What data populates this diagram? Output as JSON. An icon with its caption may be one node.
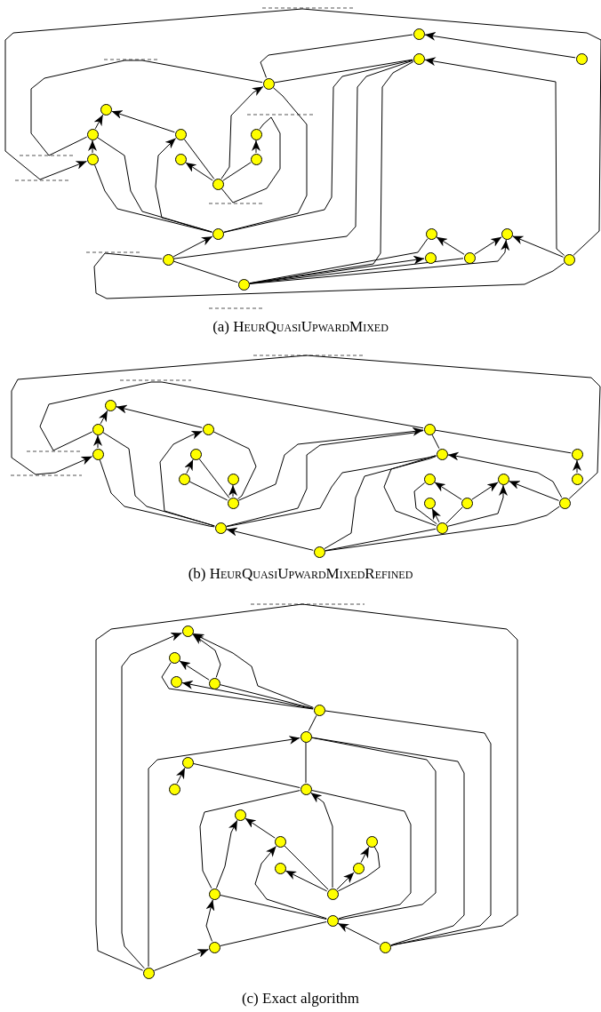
{
  "diagram": {
    "nodes": [
      {
        "text": [],
        "shape": "circle"
      },
      {
        "text": [],
        "shape": "circle"
      },
      {
        "text": [],
        "shape": "circle"
      },
      {
        "text": [],
        "shape": "circle"
      },
      {
        "text": [],
        "shape": "circle"
      },
      {
        "text": [],
        "shape": "circle"
      },
      {
        "text": [],
        "shape": "circle"
      },
      {
        "text": [],
        "shape": "circle"
      },
      {
        "text": [],
        "shape": "circle"
      },
      {
        "text": [],
        "shape": "circle"
      },
      {
        "text": [],
        "shape": "circle"
      },
      {
        "text": [],
        "shape": "circle"
      },
      {
        "text": [],
        "shape": "circle"
      },
      {
        "text": [],
        "shape": "circle"
      },
      {
        "text": [],
        "shape": "circle"
      },
      {
        "text": [],
        "shape": "circle"
      },
      {
        "text": [],
        "shape": "circle"
      },
      {
        "text": [],
        "shape": "circle"
      },
      {
        "text": [],
        "shape": "circle"
      },
      {
        "text": [],
        "shape": "circle"
      },
      {
        "text": [],
        "shape": "circle"
      },
      {
        "text": [],
        "shape": "circle"
      },
      {
        "text": [],
        "shape": "circle"
      },
      {
        "text": [],
        "shape": "circle"
      },
      {
        "text": [],
        "shape": "circle"
      },
      {
        "text": [],
        "shape": "circle"
      },
      {
        "text": [],
        "shape": "circle"
      },
      {
        "text": [],
        "shape": "circle"
      },
      {
        "text": [],
        "shape": "circle"
      },
      {
        "text": [],
        "shape": "circle"
      },
      {
        "text": [],
        "shape": "circle"
      },
      {
        "text": [],
        "shape": "circle"
      },
      {
        "text": [],
        "shape": "circle"
      },
      {
        "text": [],
        "shape": "circle"
      },
      {
        "text": [],
        "shape": "circle"
      },
      {
        "text": [],
        "shape": "circle"
      },
      {
        "text": [],
        "shape": "circle"
      },
      {
        "text": [],
        "shape": "circle"
      },
      {
        "text": [],
        "shape": "circle"
      },
      {
        "text": [],
        "shape": "circle"
      },
      {
        "text": [],
        "shape": "circle"
      },
      {
        "text": [],
        "shape": "circle"
      },
      {
        "text": [],
        "shape": "circle"
      },
      {
        "text": [],
        "shape": "circle"
      },
      {
        "text": [],
        "shape": "circle"
      },
      {
        "text": [],
        "shape": "circle"
      },
      {
        "text": [],
        "shape": "circle"
      },
      {
        "text": [],
        "shape": "circle"
      },
      {
        "text": [],
        "shape": "circle"
      },
      {
        "text": [],
        "shape": "circle"
      },
      {
        "text": [],
        "shape": "circle"
      },
      {
        "text": [],
        "shape": "circle"
      },
      {
        "text": [],
        "shape": "circle"
      },
      {
        "text": [],
        "shape": "circle"
      },
      {
        "text": [],
        "shape": "circle"
      },
      {
        "text": [],
        "shape": "circle"
      },
      {
        "text": [],
        "shape": "circle"
      },
      {
        "text": [],
        "shape": "circle"
      },
      {
        "text": [],
        "shape": "circle"
      },
      {
        "text": [],
        "shape": "circle"
      }
    ],
    "edges": [
      {
        "from": 1,
        "to": 0,
        "arrow": "to"
      },
      {
        "from": 18,
        "to": 2,
        "arrow": "to"
      },
      {
        "from": 12,
        "to": 3,
        "arrow": "none"
      },
      {
        "from": 3,
        "to": 2,
        "arrow": "none"
      },
      {
        "from": 3,
        "to": 0,
        "arrow": "none"
      },
      {
        "from": 5,
        "to": 3,
        "arrow": "none"
      },
      {
        "from": 11,
        "to": 3,
        "arrow": "to"
      },
      {
        "from": 5,
        "to": 4,
        "arrow": "to"
      },
      {
        "from": 8,
        "to": 5,
        "arrow": "to"
      },
      {
        "from": 6,
        "to": 4,
        "arrow": "to"
      },
      {
        "from": 12,
        "to": 6,
        "arrow": "to"
      },
      {
        "from": 6,
        "to": 11,
        "arrow": "none"
      },
      {
        "from": 11,
        "to": 9,
        "arrow": "to"
      },
      {
        "from": 11,
        "to": 10,
        "arrow": "none"
      },
      {
        "from": 10,
        "to": 7,
        "arrow": "to"
      },
      {
        "from": 11,
        "to": 7,
        "arrow": "none"
      },
      {
        "from": 8,
        "to": 12,
        "arrow": "none"
      },
      {
        "from": 5,
        "to": 12,
        "arrow": "none"
      },
      {
        "from": 18,
        "to": 8,
        "arrow": "to"
      },
      {
        "from": 12,
        "to": 2,
        "arrow": "none"
      },
      {
        "from": 15,
        "to": 2,
        "arrow": "none"
      },
      {
        "from": 19,
        "to": 2,
        "arrow": "none"
      },
      {
        "from": 15,
        "to": 12,
        "arrow": "to"
      },
      {
        "from": 15,
        "to": 19,
        "arrow": "none"
      },
      {
        "from": 15,
        "to": 18,
        "arrow": "none"
      },
      {
        "from": 19,
        "to": 16,
        "arrow": "to"
      },
      {
        "from": 19,
        "to": 13,
        "arrow": "none"
      },
      {
        "from": 19,
        "to": 17,
        "arrow": "none"
      },
      {
        "from": 19,
        "to": 14,
        "arrow": "to"
      },
      {
        "from": 17,
        "to": 13,
        "arrow": "to"
      },
      {
        "from": 17,
        "to": 14,
        "arrow": "to"
      },
      {
        "from": 18,
        "to": 14,
        "arrow": "to"
      },
      {
        "from": 21,
        "to": 20,
        "arrow": "to"
      },
      {
        "from": 24,
        "to": 21,
        "arrow": "to"
      },
      {
        "from": 22,
        "to": 20,
        "arrow": "to"
      },
      {
        "from": 36,
        "to": 24,
        "arrow": "to"
      },
      {
        "from": 21,
        "to": 23,
        "arrow": "none"
      },
      {
        "from": 37,
        "to": 22,
        "arrow": "to"
      },
      {
        "from": 22,
        "to": 33,
        "arrow": "none"
      },
      {
        "from": 28,
        "to": 25,
        "arrow": "to"
      },
      {
        "from": 28,
        "to": 33,
        "arrow": "none"
      },
      {
        "from": 25,
        "to": 33,
        "arrow": "none"
      },
      {
        "from": 33,
        "to": 29,
        "arrow": "to"
      },
      {
        "from": 33,
        "to": 23,
        "arrow": "to"
      },
      {
        "from": 37,
        "to": 23,
        "arrow": "none"
      },
      {
        "from": 23,
        "to": 26,
        "arrow": "none"
      },
      {
        "from": 23,
        "to": 27,
        "arrow": "none"
      },
      {
        "from": 32,
        "to": 27,
        "arrow": "to"
      },
      {
        "from": 37,
        "to": 26,
        "arrow": "none"
      },
      {
        "from": 39,
        "to": 26,
        "arrow": "none"
      },
      {
        "from": 39,
        "to": 37,
        "arrow": "to"
      },
      {
        "from": 24,
        "to": 37,
        "arrow": "none"
      },
      {
        "from": 21,
        "to": 37,
        "arrow": "none"
      },
      {
        "from": 38,
        "to": 26,
        "arrow": "none"
      },
      {
        "from": 36,
        "to": 26,
        "arrow": "to"
      },
      {
        "from": 38,
        "to": 30,
        "arrow": "none"
      },
      {
        "from": 38,
        "to": 34,
        "arrow": "to"
      },
      {
        "from": 38,
        "to": 35,
        "arrow": "none"
      },
      {
        "from": 38,
        "to": 31,
        "arrow": "to"
      },
      {
        "from": 35,
        "to": 30,
        "arrow": "to"
      },
      {
        "from": 35,
        "to": 31,
        "arrow": "to"
      },
      {
        "from": 36,
        "to": 31,
        "arrow": "to"
      },
      {
        "from": 39,
        "to": 38,
        "arrow": "none"
      },
      {
        "from": 39,
        "to": 36,
        "arrow": "none"
      },
      {
        "from": 59,
        "to": 40,
        "arrow": "to"
      },
      {
        "from": 59,
        "to": 58,
        "arrow": "none"
      },
      {
        "from": 44,
        "to": 40,
        "arrow": "to"
      },
      {
        "from": 43,
        "to": 40,
        "arrow": "to"
      },
      {
        "from": 43,
        "to": 41,
        "arrow": "to"
      },
      {
        "from": 44,
        "to": 42,
        "arrow": "to"
      },
      {
        "from": 44,
        "to": 41,
        "arrow": "none"
      },
      {
        "from": 44,
        "to": 43,
        "arrow": "none"
      },
      {
        "from": 44,
        "to": 45,
        "arrow": "none"
      },
      {
        "from": 44,
        "to": 58,
        "arrow": "none"
      },
      {
        "from": 59,
        "to": 45,
        "arrow": "to"
      },
      {
        "from": 47,
        "to": 46,
        "arrow": "to"
      },
      {
        "from": 46,
        "to": 48,
        "arrow": "none"
      },
      {
        "from": 45,
        "to": 48,
        "arrow": "none"
      },
      {
        "from": 45,
        "to": 56,
        "arrow": "none"
      },
      {
        "from": 45,
        "to": 58,
        "arrow": "none"
      },
      {
        "from": 48,
        "to": 54,
        "arrow": "none"
      },
      {
        "from": 48,
        "to": 56,
        "arrow": "none"
      },
      {
        "from": 55,
        "to": 48,
        "arrow": "to"
      },
      {
        "from": 55,
        "to": 50,
        "arrow": "none"
      },
      {
        "from": 55,
        "to": 52,
        "arrow": "to"
      },
      {
        "from": 55,
        "to": 53,
        "arrow": "to"
      },
      {
        "from": 55,
        "to": 51,
        "arrow": "none"
      },
      {
        "from": 53,
        "to": 51,
        "arrow": "to"
      },
      {
        "from": 54,
        "to": 49,
        "arrow": "to"
      },
      {
        "from": 50,
        "to": 49,
        "arrow": "to"
      },
      {
        "from": 56,
        "to": 50,
        "arrow": "to"
      },
      {
        "from": 54,
        "to": 56,
        "arrow": "none"
      },
      {
        "from": 57,
        "to": 54,
        "arrow": "to"
      },
      {
        "from": 57,
        "to": 56,
        "arrow": "none"
      },
      {
        "from": 58,
        "to": 56,
        "arrow": "to"
      },
      {
        "from": 59,
        "to": 57,
        "arrow": "to"
      }
    ],
    "labels": [
      "(a) HeurQuasiUpwardMixed",
      "(b) HeurQuasiUpwardMixedRefined",
      "(c) Exact algorithm"
    ]
  }
}
